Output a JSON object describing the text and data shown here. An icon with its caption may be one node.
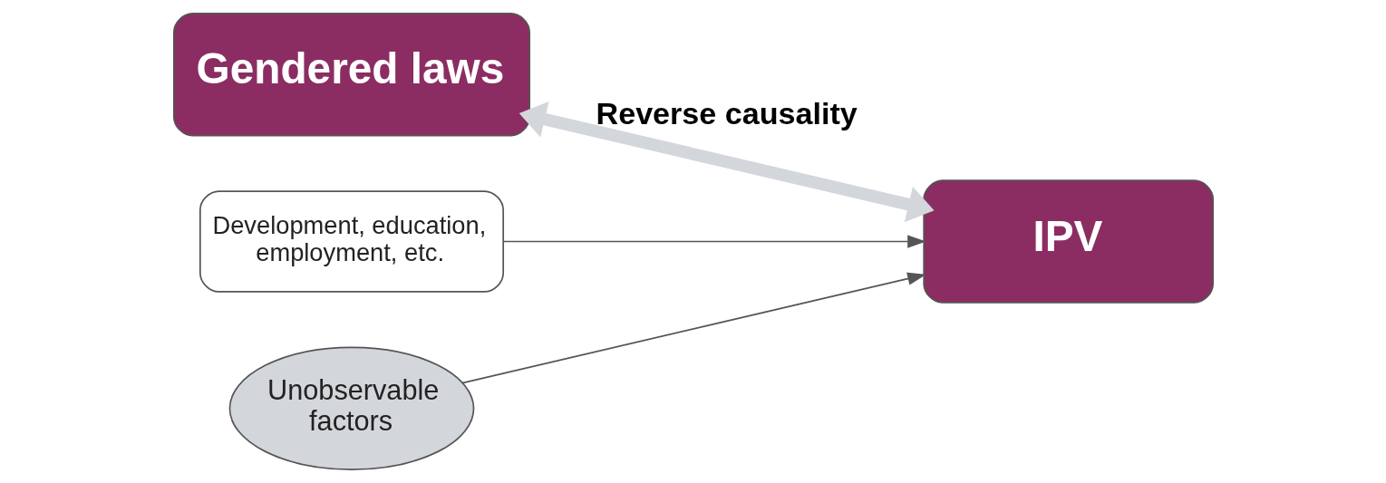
{
  "diagram": {
    "nodes": [
      {
        "text": [
          "Gendered laws"
        ]
      },
      {
        "text": [
          "IPV"
        ]
      },
      {
        "text": [
          "Development, education, employment, etc."
        ]
      },
      {
        "text": [
          "Unobservable factors"
        ]
      }
    ],
    "edges": [
      {
        "from": 0,
        "to": 1,
        "arrow": "both",
        "label": "Reverse causality",
        "style": "thick",
        "color": "#d3d6db"
      },
      {
        "from": 2,
        "to": 1,
        "arrow": "to"
      },
      {
        "from": 3,
        "to": 1,
        "arrow": "to"
      }
    ]
  }
}
